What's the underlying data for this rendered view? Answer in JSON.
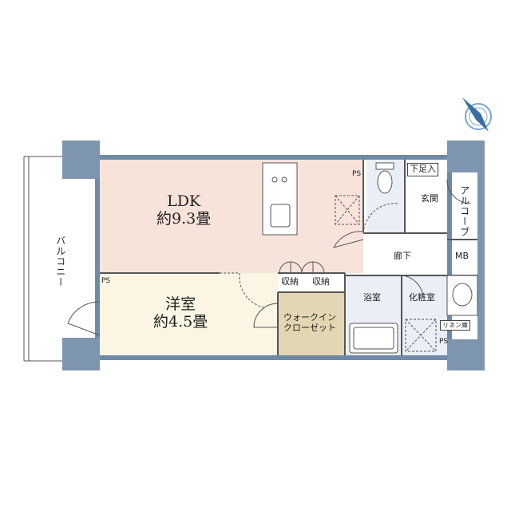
{
  "colors": {
    "wall": "#6f8aa6",
    "column": "#7d95af",
    "ldk_floor": "#f8e3da",
    "western_floor": "#faf6e3",
    "closet_floor": "#e3d6b2",
    "wet_floor": "#e9eef7",
    "hall_floor": "#ffffff",
    "line": "#555555",
    "compass": "#7aa6cf"
  },
  "compass": {
    "icon": "north-arrow-icon"
  },
  "rooms": {
    "ldk": {
      "name": "LDK",
      "size": "約9.3畳"
    },
    "western": {
      "name": "洋室",
      "size": "約4.5畳"
    },
    "walkin": {
      "line1": "ウォークイン",
      "line2": "クローゼット"
    },
    "storage_1": "収納",
    "storage_2": "収納",
    "bath": "浴室",
    "powder": "化粧室",
    "hallway": "廊下",
    "entrance": "玄関",
    "shoe_box": "下足入",
    "alcove": "アルコーブ",
    "mb": "MB",
    "linen": "リネン庫",
    "balcony": "バルコニー",
    "ps_1": "PS",
    "ps_2": "PS",
    "ps_3": "PS"
  }
}
